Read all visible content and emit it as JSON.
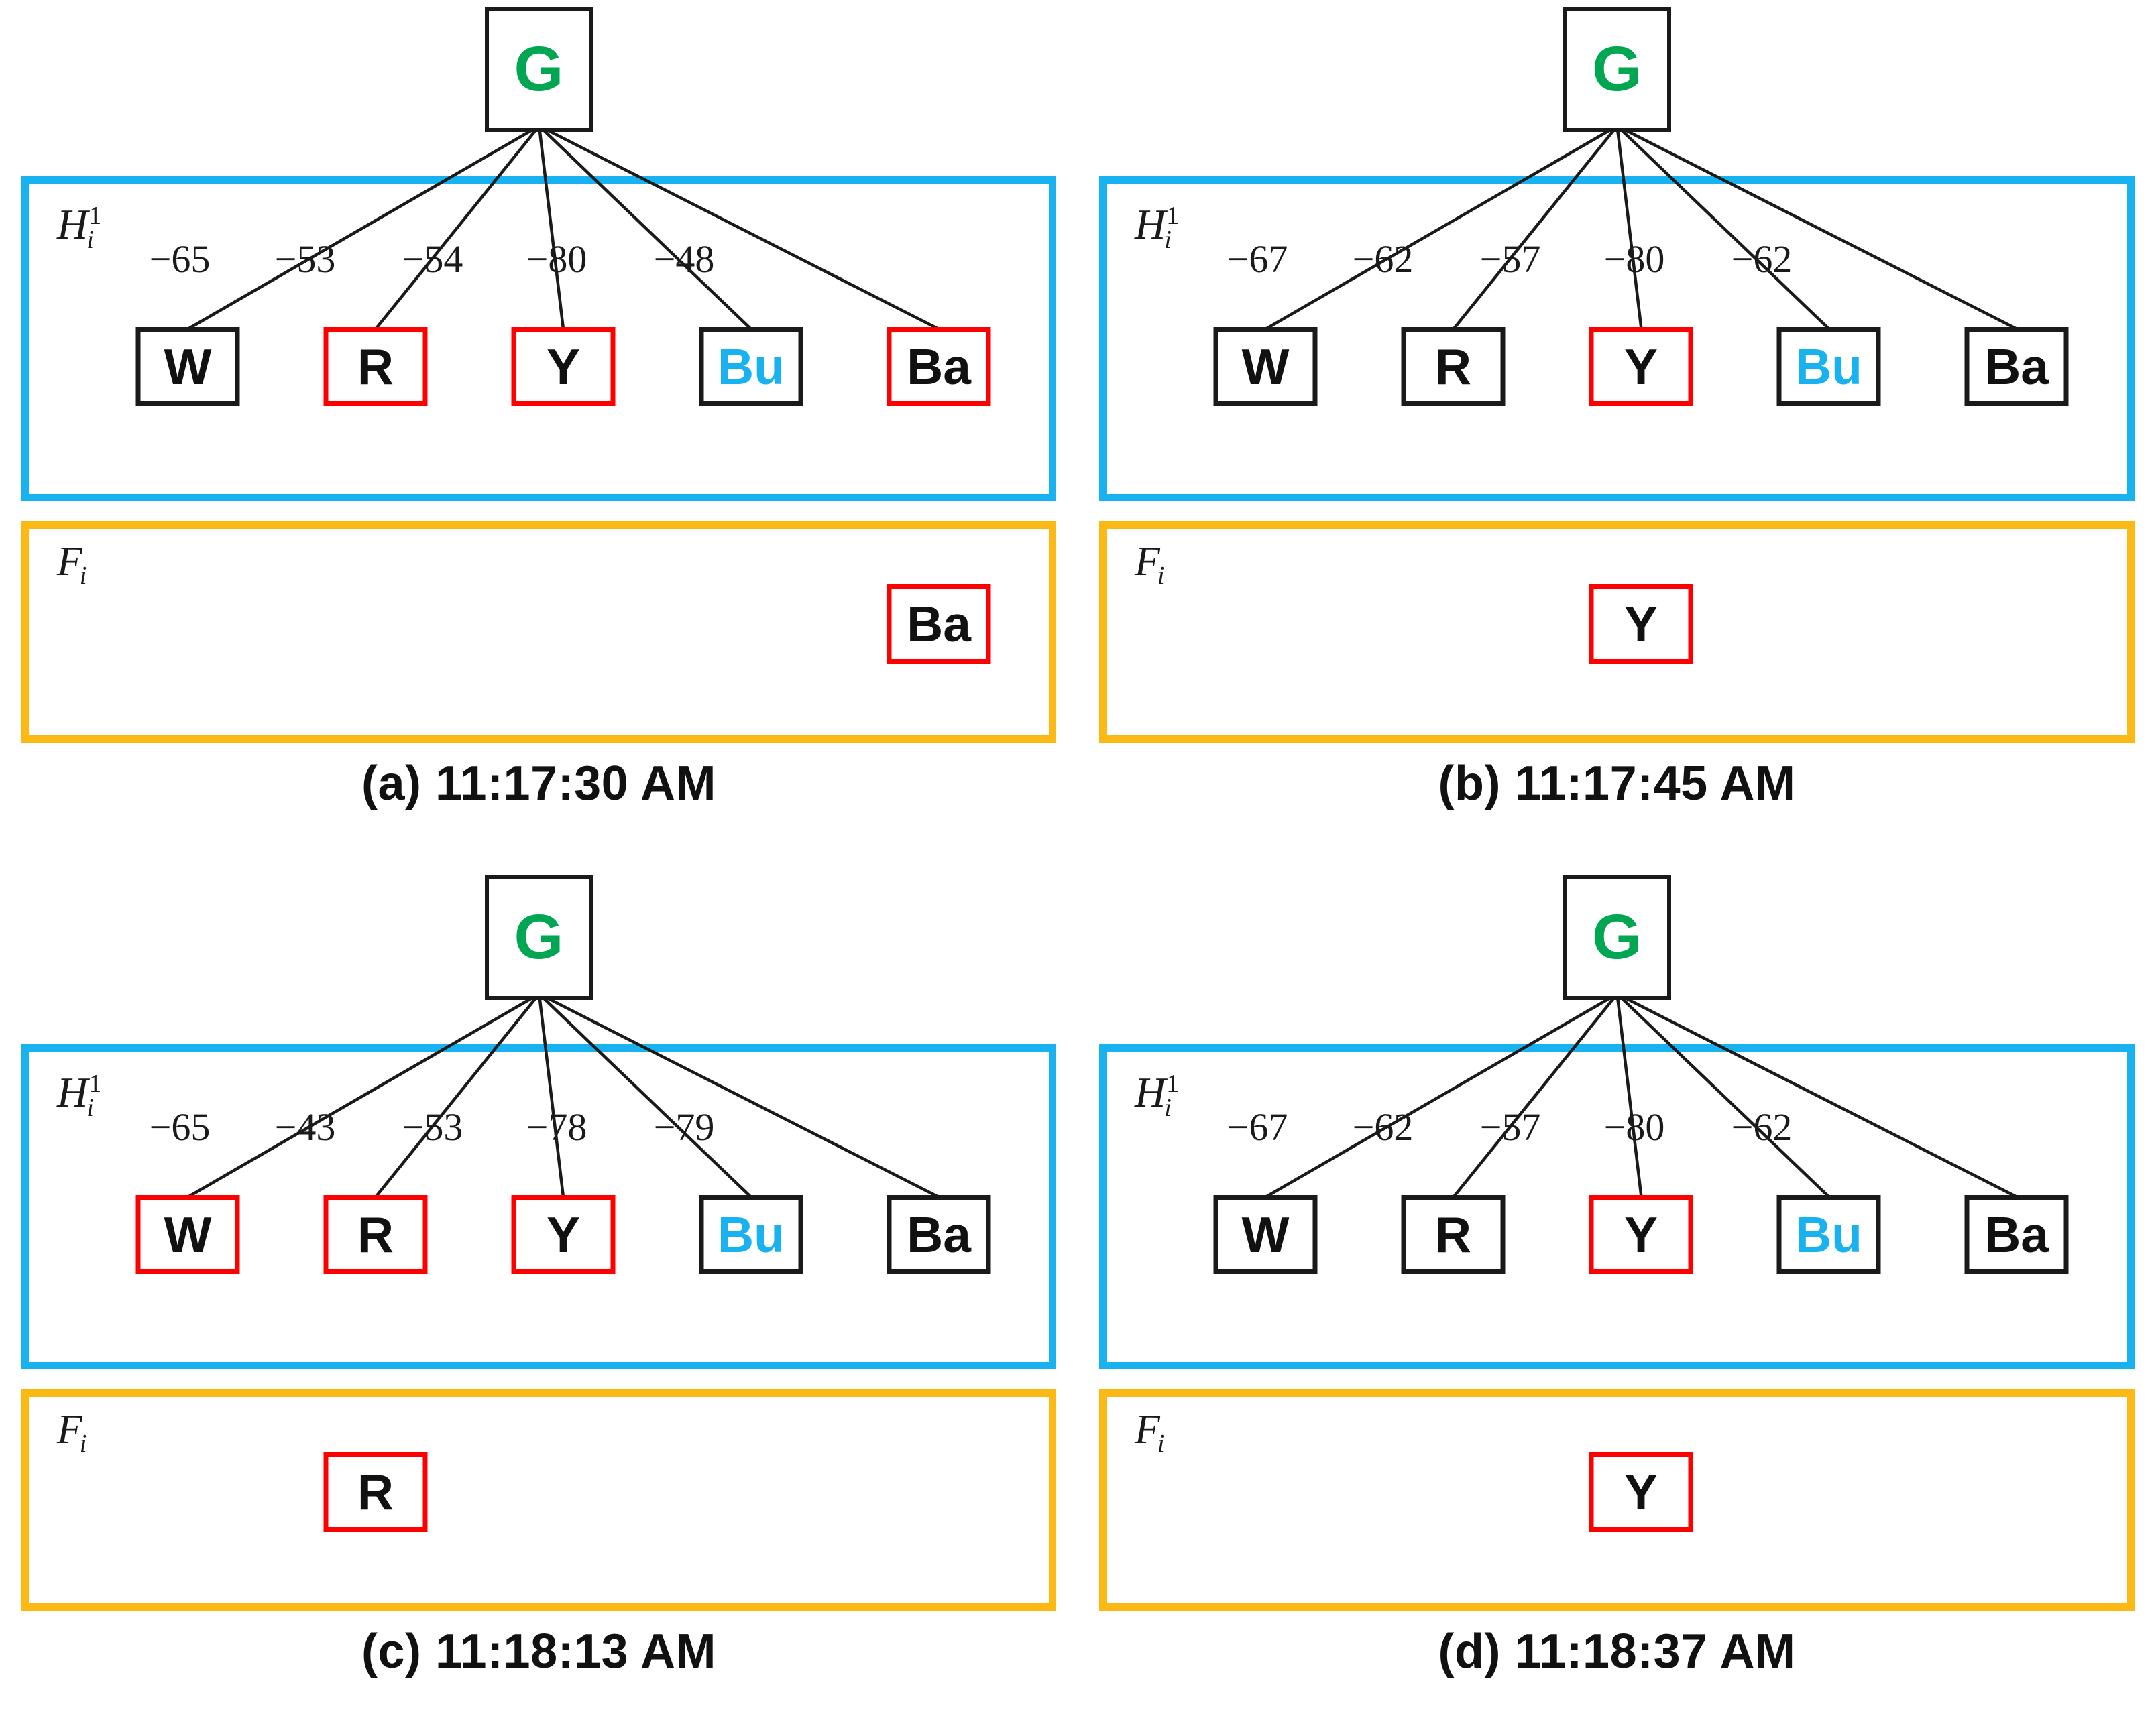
{
  "figure": {
    "node_label_H": "H",
    "node_label_H_sup": "1",
    "node_label_H_sub": "i",
    "node_label_F": "F",
    "node_label_F_sub": "i",
    "root_label": "G",
    "colors": {
      "root_text": "#00a651",
      "h_box_border": "#18b2f0",
      "f_box_border": "#fcb813",
      "alarm_border": "#ff0000",
      "normal_border": "#1a1a1a",
      "bu_text": "#18b2f0"
    }
  },
  "panels": [
    {
      "id": "a",
      "caption": "(a) 11:17:30 AM",
      "root": "G",
      "h_label": "H",
      "f_label": "F",
      "weights": [
        "−65",
        "−53",
        "−54",
        "−80",
        "−48"
      ],
      "leaves": [
        {
          "label": "W",
          "alarm": false,
          "blue": false
        },
        {
          "label": "R",
          "alarm": true,
          "blue": false
        },
        {
          "label": "Y",
          "alarm": true,
          "blue": false
        },
        {
          "label": "Bu",
          "alarm": false,
          "blue": true
        },
        {
          "label": "Ba",
          "alarm": true,
          "blue": false
        }
      ],
      "faulty": [
        {
          "label": "Ba",
          "slot": 4,
          "alarm": true,
          "blue": false
        }
      ]
    },
    {
      "id": "b",
      "caption": "(b) 11:17:45 AM",
      "root": "G",
      "h_label": "H",
      "f_label": "F",
      "weights": [
        "−67",
        "−62",
        "−57",
        "−80",
        "−62"
      ],
      "leaves": [
        {
          "label": "W",
          "alarm": false,
          "blue": false
        },
        {
          "label": "R",
          "alarm": false,
          "blue": false
        },
        {
          "label": "Y",
          "alarm": true,
          "blue": false
        },
        {
          "label": "Bu",
          "alarm": false,
          "blue": true
        },
        {
          "label": "Ba",
          "alarm": false,
          "blue": false
        }
      ],
      "faulty": [
        {
          "label": "Y",
          "slot": 2,
          "alarm": true,
          "blue": false
        }
      ]
    },
    {
      "id": "c",
      "caption": "(c) 11:18:13 AM",
      "root": "G",
      "h_label": "H",
      "f_label": "F",
      "weights": [
        "−65",
        "−43",
        "−53",
        "−78",
        "−79"
      ],
      "leaves": [
        {
          "label": "W",
          "alarm": true,
          "blue": false
        },
        {
          "label": "R",
          "alarm": true,
          "blue": false
        },
        {
          "label": "Y",
          "alarm": true,
          "blue": false
        },
        {
          "label": "Bu",
          "alarm": false,
          "blue": true
        },
        {
          "label": "Ba",
          "alarm": false,
          "blue": false
        }
      ],
      "faulty": [
        {
          "label": "R",
          "slot": 1,
          "alarm": true,
          "blue": false
        }
      ]
    },
    {
      "id": "d",
      "caption": "(d) 11:18:37 AM",
      "root": "G",
      "h_label": "H",
      "f_label": "F",
      "weights": [
        "−67",
        "−62",
        "−57",
        "−80",
        "−62"
      ],
      "leaves": [
        {
          "label": "W",
          "alarm": false,
          "blue": false
        },
        {
          "label": "R",
          "alarm": false,
          "blue": false
        },
        {
          "label": "Y",
          "alarm": true,
          "blue": false
        },
        {
          "label": "Bu",
          "alarm": false,
          "blue": true
        },
        {
          "label": "Ba",
          "alarm": false,
          "blue": false
        }
      ],
      "faulty": [
        {
          "label": "Y",
          "slot": 2,
          "alarm": true,
          "blue": false
        }
      ]
    }
  ]
}
